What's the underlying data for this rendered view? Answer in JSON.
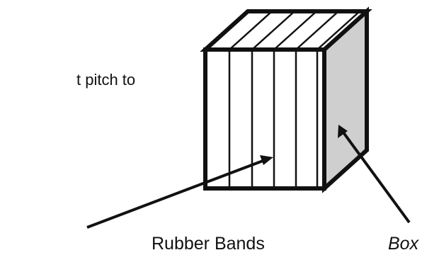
{
  "text_fragment": "t pitch to",
  "labels": {
    "rubber_bands": "Rubber Bands",
    "box": "Box"
  },
  "band_count": 5,
  "colors": {
    "outline": "#111111",
    "box_side": "#cfcfcf",
    "box_face": "#ffffff",
    "background": "#ffffff"
  }
}
